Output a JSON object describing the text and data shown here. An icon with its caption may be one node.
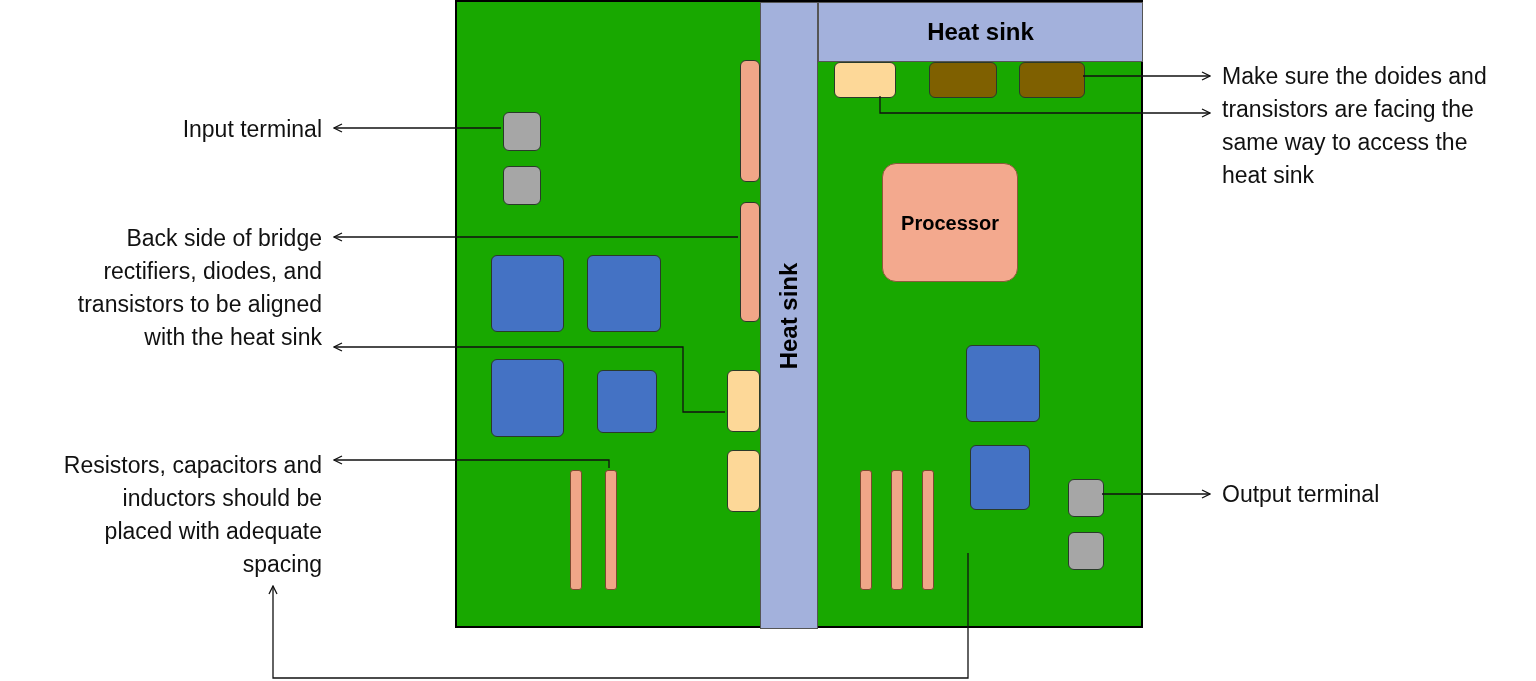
{
  "diagram": {
    "nodes": [
      {
        "text": [],
        "shape": "box"
      },
      {
        "text": [
          "Heat sink"
        ],
        "in": 0
      },
      {
        "text": [
          "Heat sink"
        ],
        "in": 0
      },
      {
        "text": [
          "Processor"
        ],
        "in": 0
      },
      {
        "text": [
          "Input terminal"
        ]
      },
      {
        "text": [
          "Back side of bridge rectifiers, diodes, and transistors to be aligned with the heat sink"
        ]
      },
      {
        "text": [
          "Resistors, capacitors and inductors should be placed with adequate spacing"
        ]
      },
      {
        "text": [
          "Make sure the doides and transistors are facing the same way to access the heat sink"
        ]
      },
      {
        "text": [
          "Output terminal"
        ]
      },
      {
        "text": [],
        "shape": "box",
        "in": 0
      },
      {
        "text": [],
        "shape": "box",
        "in": 0
      },
      {
        "text": [],
        "shape": "box",
        "in": 0
      },
      {
        "text": [],
        "shape": "box",
        "in": 0
      },
      {
        "text": [],
        "shape": "box",
        "in": 0
      },
      {
        "text": [],
        "shape": "box",
        "in": 0
      },
      {
        "text": [],
        "shape": "box",
        "in": 0
      },
      {
        "text": [],
        "shape": "box",
        "in": 0
      },
      {
        "text": [],
        "shape": "box",
        "in": 0
      },
      {
        "text": [],
        "shape": "box",
        "in": 0
      },
      {
        "text": [],
        "shape": "box",
        "in": 0
      },
      {
        "text": [],
        "shape": "box",
        "in": 0
      },
      {
        "text": [],
        "shape": "box",
        "in": 0
      },
      {
        "text": [],
        "shape": "box",
        "in": 0
      },
      {
        "text": [],
        "shape": "box",
        "in": 0
      },
      {
        "text": [],
        "shape": "box",
        "in": 0
      },
      {
        "text": [],
        "shape": "box",
        "in": 0
      },
      {
        "text": [],
        "shape": "bar",
        "in": 0
      },
      {
        "text": [],
        "shape": "bar",
        "in": 0
      },
      {
        "text": [],
        "shape": "bar",
        "in": 0
      },
      {
        "text": [],
        "shape": "bar",
        "in": 0
      },
      {
        "text": [],
        "shape": "bar",
        "in": 0
      }
    ],
    "edges": [
      {
        "from": 9,
        "to": 4,
        "arrow": "to"
      },
      {
        "from": 14,
        "to": 5,
        "arrow": "to"
      },
      {
        "from": 15,
        "to": 5,
        "arrow": "to"
      },
      {
        "from": 27,
        "to": 6,
        "arrow": "to"
      },
      {
        "from": null,
        "to": 6,
        "arrow": "to"
      },
      {
        "from": 19,
        "to": 7,
        "arrow": "to"
      },
      {
        "from": 17,
        "to": 7,
        "arrow": "to"
      },
      {
        "from": 11,
        "to": 8,
        "arrow": "to"
      }
    ]
  }
}
